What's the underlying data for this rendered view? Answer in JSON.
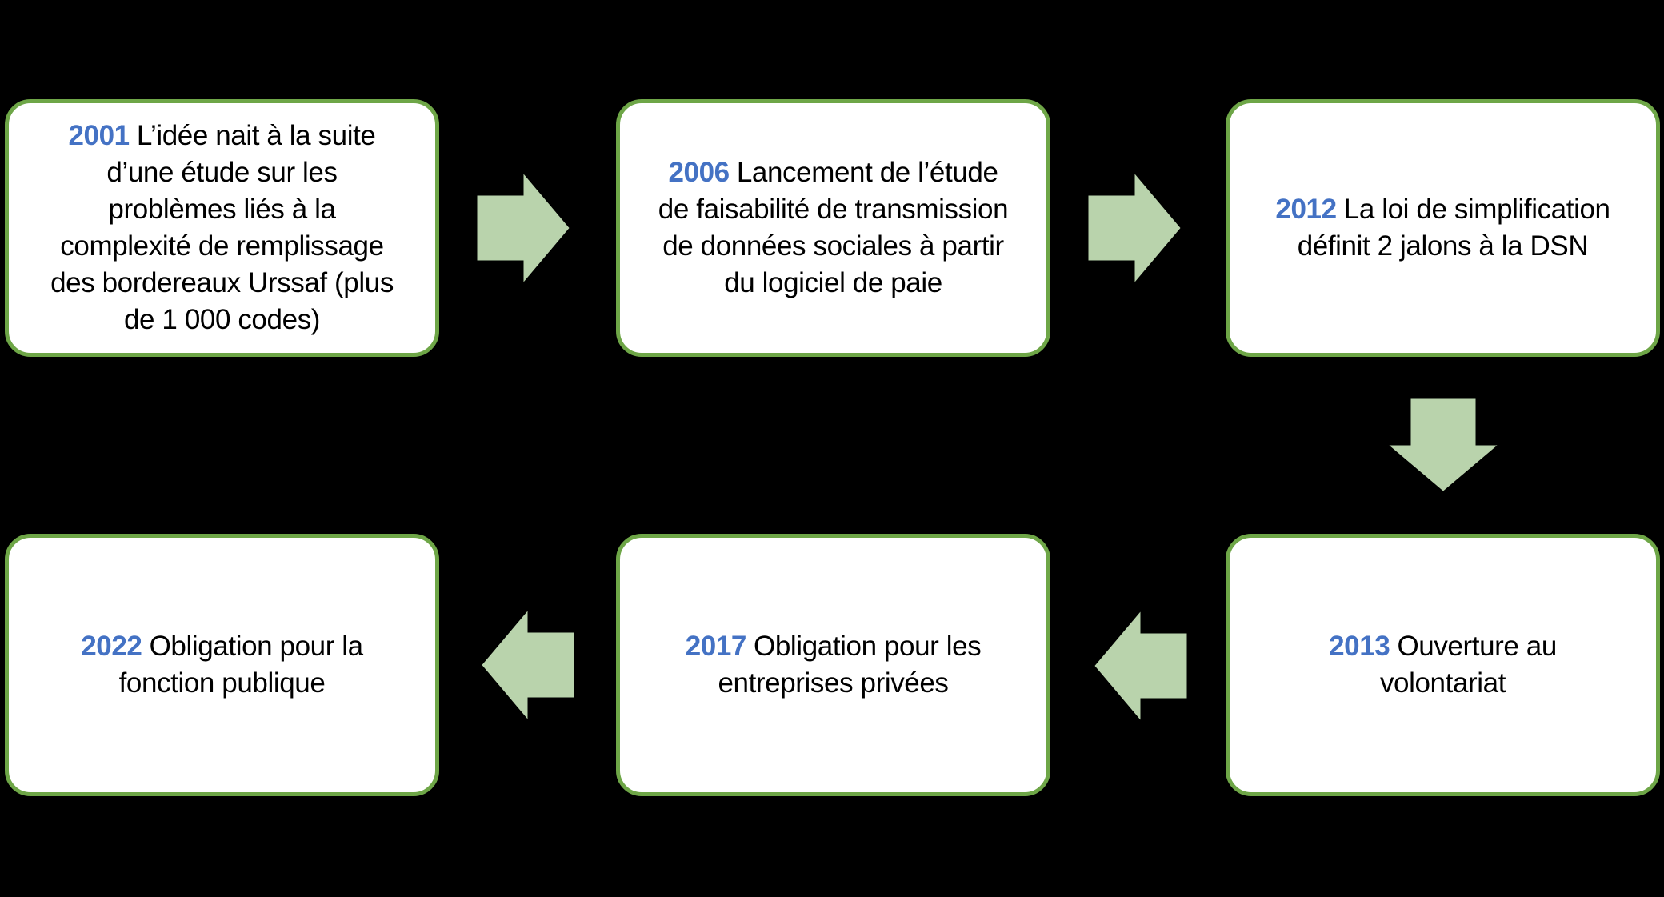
{
  "colors": {
    "background": "#000000",
    "box_bg": "#ffffff",
    "box_border": "#6ea647",
    "arrow_fill": "#b9d3ac",
    "year_text": "#4472c4",
    "body_text": "#000000"
  },
  "timeline": {
    "boxes": [
      {
        "year": "2001",
        "text": "L’idée nait à la suite\nd’une étude sur les\nproblèmes liés à la\ncomplexité de remplissage\ndes bordereaux Urssaf (plus\nde 1 000 codes)"
      },
      {
        "year": "2006",
        "text": "Lancement de l’étude\nde faisabilité de transmission\nde données sociales à partir\ndu logiciel de paie"
      },
      {
        "year": "2012",
        "text": "La loi de simplification\ndéfinit 2 jalons à la DSN"
      },
      {
        "year": "2013",
        "text": "Ouverture au\nvolontariat"
      },
      {
        "year": "2017",
        "text": "Obligation pour les\nentreprises privées"
      },
      {
        "year": "2022",
        "text": "Obligation pour la\nfonction publique"
      }
    ]
  }
}
